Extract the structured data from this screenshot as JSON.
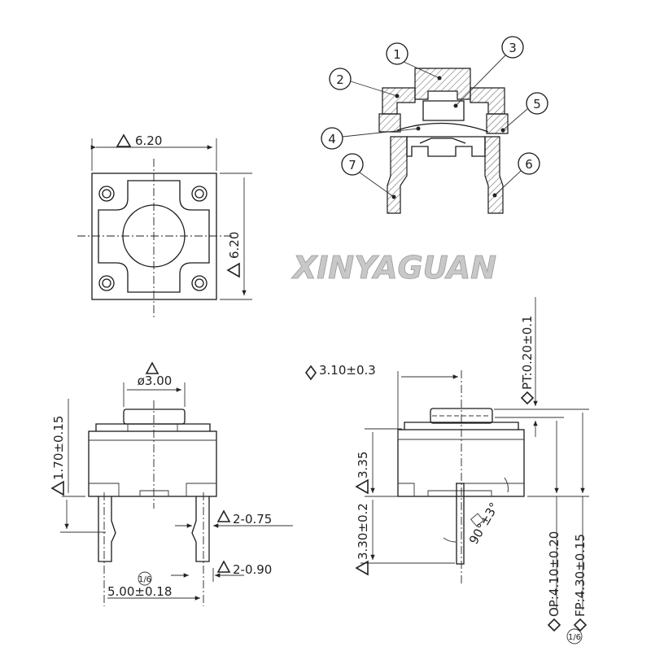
{
  "watermark": "XINYAGUAN",
  "top_view": {
    "width_dim": "6.20",
    "height_dim": "6.20"
  },
  "cross_section": {
    "callouts": [
      "1",
      "2",
      "3",
      "4",
      "5",
      "6",
      "7"
    ]
  },
  "front_view": {
    "actuator_dia": "ø3.00",
    "height_dim": "1.70±0.15",
    "pin_width_1": "2-0.75",
    "pin_width_2": "2-0.90",
    "pitch": "5.00±0.18",
    "flatness_symbol": "1/6"
  },
  "side_view": {
    "actuator_offset": "3.10±0.3",
    "pretravel": "PT:0.20±0.1",
    "body_height": "3.35",
    "lead_length": "3.30±0.2",
    "angle": "90°±3°",
    "operating_point": "OP:4.10±0.20",
    "free_position": "FP:4.30±0.15",
    "flatness_symbol": "1/6"
  }
}
